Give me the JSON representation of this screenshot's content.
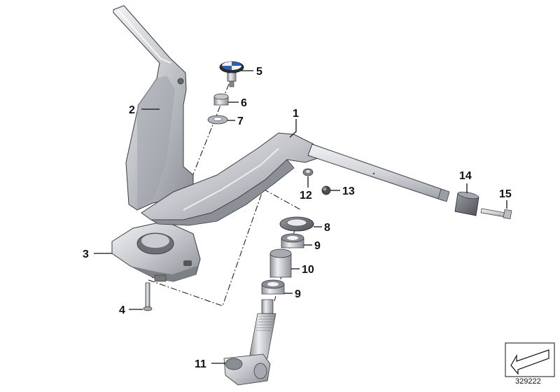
{
  "diagram": {
    "reference_number": "329222",
    "parts": [
      {
        "number": "1",
        "name": "handlebar"
      },
      {
        "number": "2",
        "name": "bracket-arm"
      },
      {
        "number": "3",
        "name": "mounting-base"
      },
      {
        "number": "4",
        "name": "screw"
      },
      {
        "number": "5",
        "name": "cap-screw"
      },
      {
        "number": "6",
        "name": "bushing"
      },
      {
        "number": "7",
        "name": "washer"
      },
      {
        "number": "8",
        "name": "washer"
      },
      {
        "number": "9",
        "name": "bushing"
      },
      {
        "number": "10",
        "name": "sleeve"
      },
      {
        "number": "11",
        "name": "pivot-shaft"
      },
      {
        "number": "12",
        "name": "nut"
      },
      {
        "number": "13",
        "name": "screw"
      },
      {
        "number": "14",
        "name": "bar-end-weight"
      },
      {
        "number": "15",
        "name": "bolt"
      }
    ],
    "colors": {
      "metal_light": "#e6e7ea",
      "metal_mid": "#b9bbc0",
      "metal_dark": "#7d8087",
      "outline": "#222222",
      "logo_blue": "#2f5fb0"
    }
  }
}
